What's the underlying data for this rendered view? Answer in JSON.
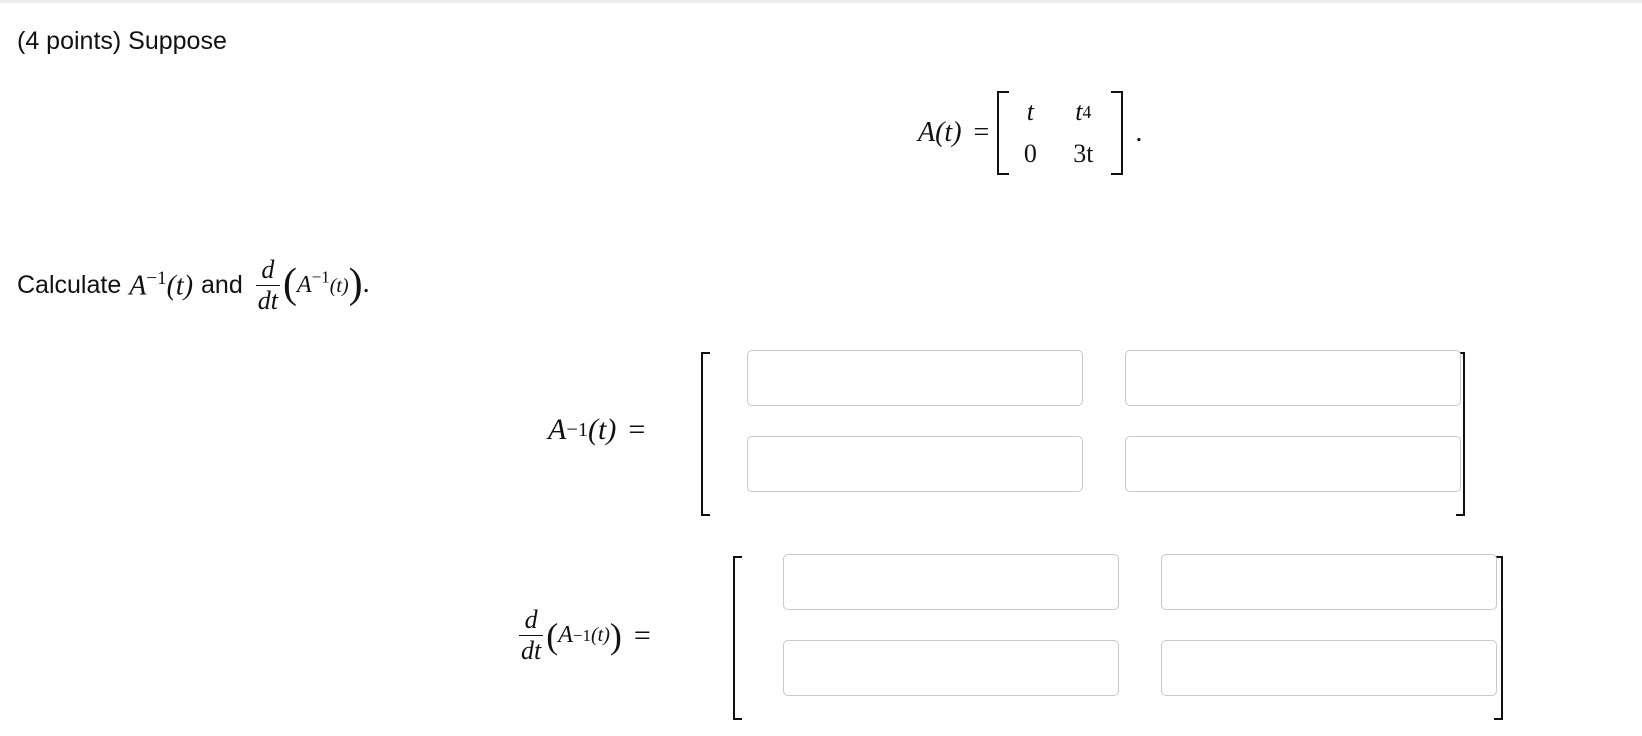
{
  "problem": {
    "header": "(4 points) Suppose",
    "definition": {
      "lhs_A": "A",
      "lhs_arg": "(t)",
      "equals": "=",
      "matrix": [
        [
          "t",
          "t",
          "4"
        ],
        [
          "0",
          "3t"
        ]
      ],
      "period": "."
    },
    "instruction": {
      "prefix": "Calculate",
      "and_word": "and",
      "suffix": "."
    }
  },
  "math_tokens": {
    "A": "A",
    "inv_exp": "−1",
    "targ": "(t)",
    "d": "d",
    "dt": "dt",
    "lparen": "(",
    "rparen": ")",
    "equals": "="
  },
  "answers": {
    "inverse": {
      "label_A": "A",
      "label_exp": "−1",
      "label_arg": "(t)",
      "label_equals": "=",
      "fields": [
        {
          "value": "",
          "placeholder": ""
        },
        {
          "value": "",
          "placeholder": ""
        },
        {
          "value": "",
          "placeholder": ""
        },
        {
          "value": "",
          "placeholder": ""
        }
      ]
    },
    "derivative": {
      "fields": [
        {
          "value": "",
          "placeholder": ""
        },
        {
          "value": "",
          "placeholder": ""
        },
        {
          "value": "",
          "placeholder": ""
        },
        {
          "value": "",
          "placeholder": ""
        }
      ]
    }
  },
  "colors": {
    "page_background": "#ffffff",
    "field_border": "#c9c9c9",
    "text": "#111111"
  }
}
